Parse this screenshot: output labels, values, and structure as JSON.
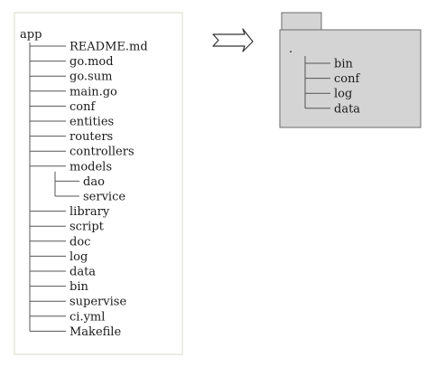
{
  "left_tree": {
    "root": "app",
    "items": [
      {
        "label": "README.md",
        "depth": 1
      },
      {
        "label": "go.mod",
        "depth": 1
      },
      {
        "label": "go.sum",
        "depth": 1
      },
      {
        "label": "main.go",
        "depth": 1
      },
      {
        "label": "conf",
        "depth": 1
      },
      {
        "label": "entities",
        "depth": 1
      },
      {
        "label": "routers",
        "depth": 1
      },
      {
        "label": "controllers",
        "depth": 1
      },
      {
        "label": "models",
        "depth": 1
      },
      {
        "label": "dao",
        "depth": 2
      },
      {
        "label": "service",
        "depth": 2
      },
      {
        "label": "library",
        "depth": 1
      },
      {
        "label": "script",
        "depth": 1
      },
      {
        "label": "doc",
        "depth": 1
      },
      {
        "label": "log",
        "depth": 1
      },
      {
        "label": "data",
        "depth": 1
      },
      {
        "label": "bin",
        "depth": 1
      },
      {
        "label": "supervise",
        "depth": 1
      },
      {
        "label": "ci.yml",
        "depth": 1
      },
      {
        "label": "Makefile",
        "depth": 1
      }
    ]
  },
  "right_folder": {
    "root": ".",
    "items": [
      {
        "label": "bin"
      },
      {
        "label": "conf"
      },
      {
        "label": "log"
      },
      {
        "label": "data"
      }
    ]
  },
  "colors": {
    "panel_border": "#e6e6dc",
    "line": "#555555",
    "folder_fill": "#d4d4d4",
    "folder_stroke": "#6b6b6b",
    "arrow_stroke": "#333333"
  }
}
